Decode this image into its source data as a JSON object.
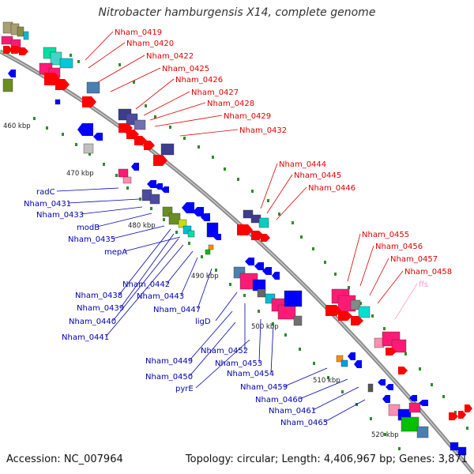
{
  "title": "Nitrobacter hamburgensis X14, complete genome",
  "accession_label": "Accession: NC_007964",
  "topology_label": "Topology: circular; Length: 4,406,967 bp; Genes: 3,871",
  "colors": {
    "backbone": "#999999",
    "tick": "#2e8b2e",
    "upper_label": "#e00000",
    "lower_label": "#0000b0",
    "rna_label": "#ff99cc"
  },
  "kbp_marks": [
    "460 kbp",
    "470 kbp",
    "480 kbp",
    "490 kbp",
    "500 kbp",
    "510 kbp",
    "520 kbp"
  ],
  "upper_labels": [
    "Nham_0419",
    "Nham_0420",
    "Nham_0422",
    "Nham_0425",
    "Nham_0426",
    "Nham_0427",
    "Nham_0428",
    "Nham_0429",
    "Nham_0432",
    "Nham_0444",
    "Nham_0445",
    "Nham_0446",
    "Nham_0455",
    "Nham_0456",
    "Nham_0457",
    "Nham_0458",
    "ffs"
  ],
  "lower_labels": [
    "radC",
    "Nham_0431",
    "Nham_0433",
    "modB",
    "Nham_0435",
    "mepA",
    "Nham_0442",
    "Nham_0438",
    "Nham_0439",
    "Nham_0440",
    "Nham_0441",
    "Nham_0443",
    "Nham_0447",
    "ligD",
    "Nham_0452",
    "Nham_0449",
    "Nham_0453",
    "Nham_0450",
    "Nham_0454",
    "pyrE",
    "Nham_0459",
    "Nham_0460",
    "Nham_0461",
    "Nham_0465"
  ]
}
